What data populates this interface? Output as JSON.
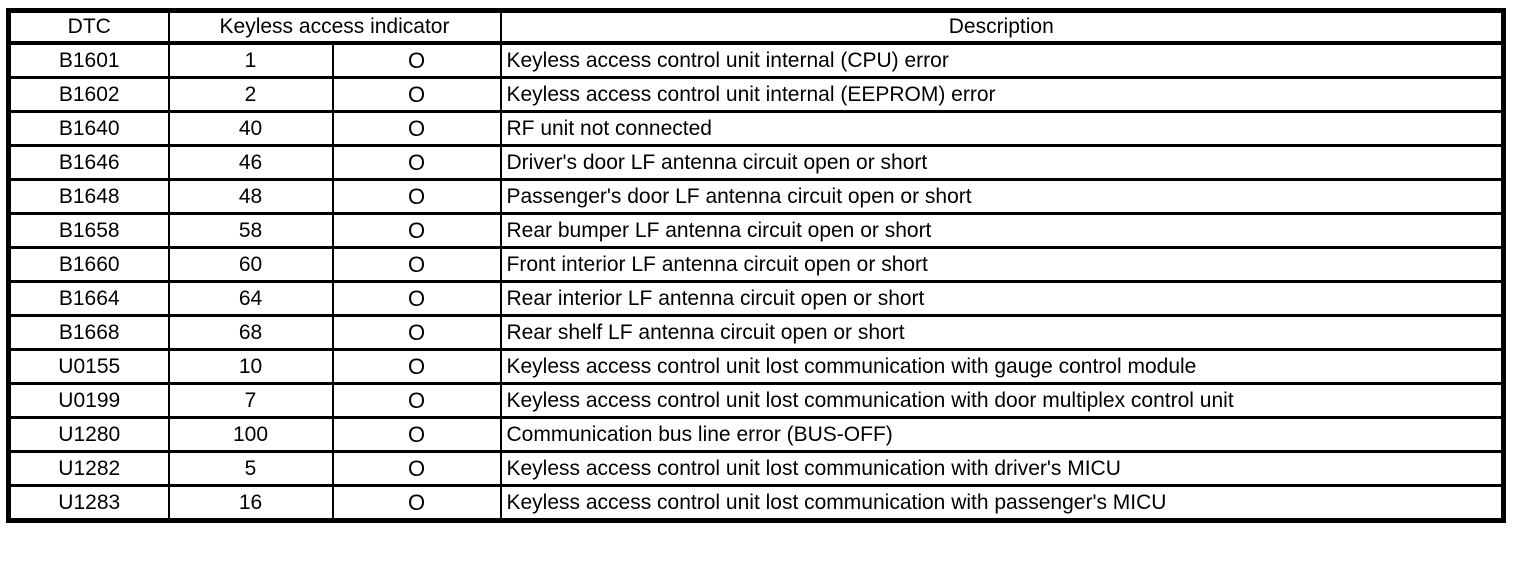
{
  "table": {
    "headers": {
      "dtc": "DTC",
      "indicator": "Keyless access indicator",
      "description": "Description"
    },
    "rows": [
      {
        "dtc": "B1601",
        "indicator": "1",
        "symbol": "O",
        "description": "Keyless access control unit internal (CPU) error"
      },
      {
        "dtc": "B1602",
        "indicator": "2",
        "symbol": "O",
        "description": "Keyless access control unit internal (EEPROM) error"
      },
      {
        "dtc": "B1640",
        "indicator": "40",
        "symbol": "O",
        "description": "RF unit not connected"
      },
      {
        "dtc": "B1646",
        "indicator": "46",
        "symbol": "O",
        "description": "Driver's door LF antenna circuit open or short"
      },
      {
        "dtc": "B1648",
        "indicator": "48",
        "symbol": "O",
        "description": "Passenger's door LF antenna circuit open or short"
      },
      {
        "dtc": "B1658",
        "indicator": "58",
        "symbol": "O",
        "description": "Rear bumper LF antenna circuit open or short"
      },
      {
        "dtc": "B1660",
        "indicator": "60",
        "symbol": "O",
        "description": "Front interior LF antenna circuit open or short"
      },
      {
        "dtc": "B1664",
        "indicator": "64",
        "symbol": "O",
        "description": "Rear interior LF antenna circuit open or short"
      },
      {
        "dtc": "B1668",
        "indicator": "68",
        "symbol": "O",
        "description": "Rear shelf LF antenna circuit open or short"
      },
      {
        "dtc": "U0155",
        "indicator": "10",
        "symbol": "O",
        "description": "Keyless access control unit lost communication with gauge control module"
      },
      {
        "dtc": "U0199",
        "indicator": "7",
        "symbol": "O",
        "description": "Keyless access control unit lost communication with door multiplex control unit"
      },
      {
        "dtc": "U1280",
        "indicator": "100",
        "symbol": "O",
        "description": "Communication bus line error (BUS-OFF)"
      },
      {
        "dtc": "U1282",
        "indicator": "5",
        "symbol": "O",
        "description": "Keyless access control unit lost communication with driver's MICU"
      },
      {
        "dtc": "U1283",
        "indicator": "16",
        "symbol": "O",
        "description": "Keyless access control unit lost communication with passenger's MICU"
      }
    ]
  }
}
